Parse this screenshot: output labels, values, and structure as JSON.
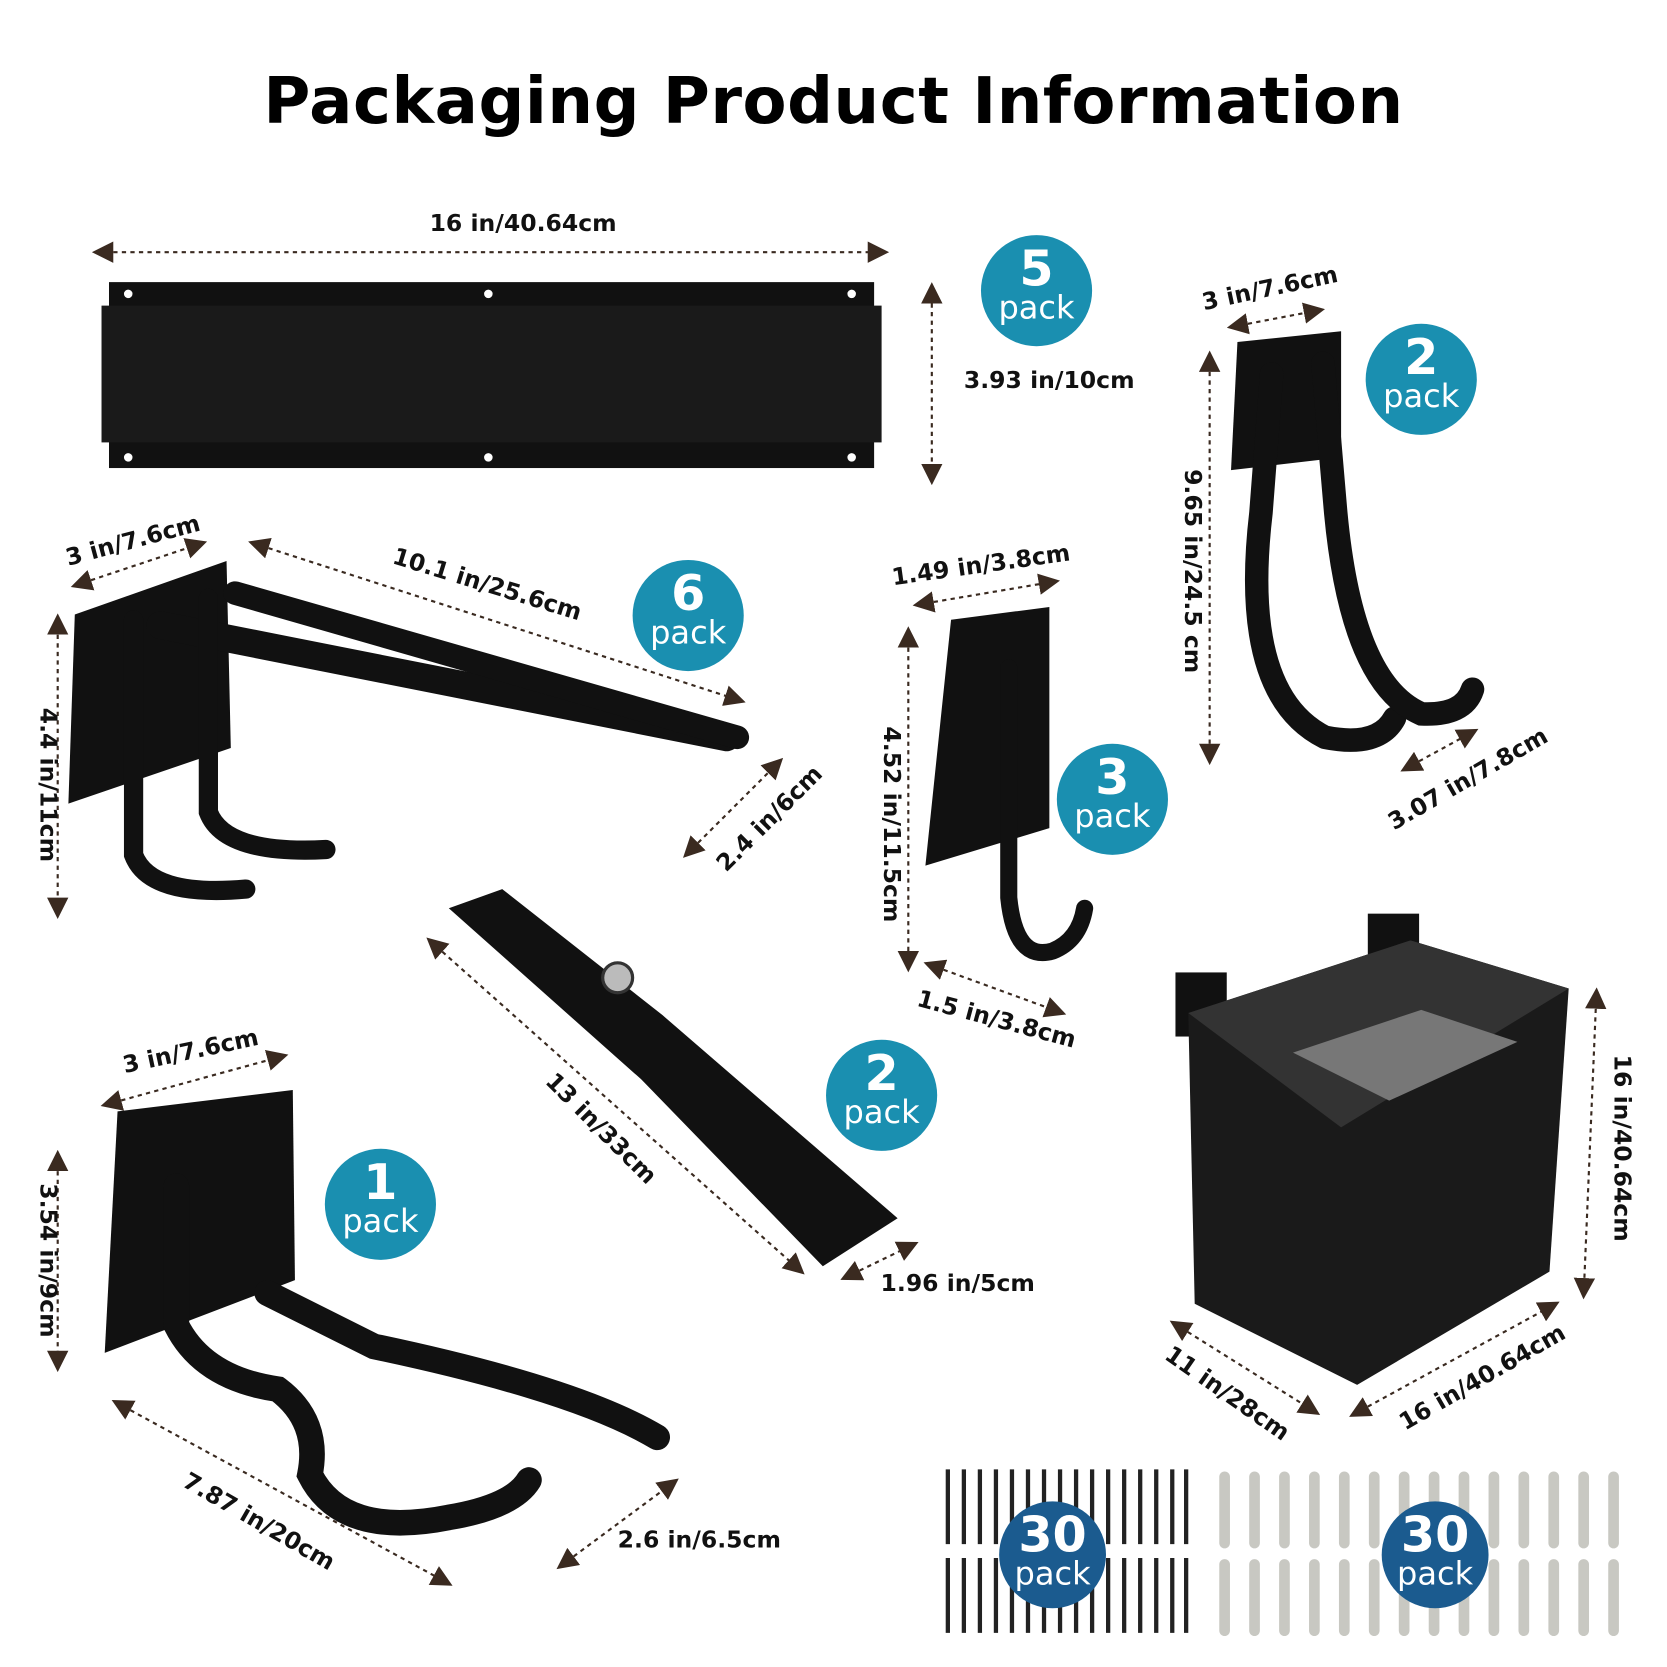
{
  "title": "Packaging Product Information",
  "colors": {
    "badge": "#1a8fb0",
    "badge_dark": "#1b5b8f",
    "product": "#111111",
    "arrow": "#3a2a20"
  },
  "dimensions": [
    "16 in/40.64cm",
    "3.93 in/10cm",
    "3 in/7.6cm",
    "9.65 in/24.5 cm",
    "3.07 in/7.8cm",
    "3 in/7.6cm",
    "10.1 in/25.6cm",
    "4.4 in/11cm",
    "2.4 in/6cm",
    "1.49 in/3.8cm",
    "4.52 in/11.5cm",
    "1.5 in/3.8cm",
    "13 in/33cm",
    "1.96 in/5cm",
    "3 in/7.6cm",
    "3.54 in/9cm",
    "7.87 in/20cm",
    "2.6 in/6.5cm",
    "16 in/40.64cm",
    "11 in/28cm",
    "16 in/40.64cm"
  ],
  "badges": [
    {
      "count": "5",
      "unit": "pack",
      "item": "rail"
    },
    {
      "count": "2",
      "unit": "pack",
      "item": "long-u-hook"
    },
    {
      "count": "6",
      "unit": "pack",
      "item": "double-hook"
    },
    {
      "count": "3",
      "unit": "pack",
      "item": "j-hook"
    },
    {
      "count": "2",
      "unit": "pack",
      "item": "strap"
    },
    {
      "count": "1",
      "unit": "pack",
      "item": "bike-hook"
    },
    {
      "count": "30",
      "unit": "pack",
      "item": "screws"
    },
    {
      "count": "30",
      "unit": "pack",
      "item": "anchors"
    }
  ]
}
